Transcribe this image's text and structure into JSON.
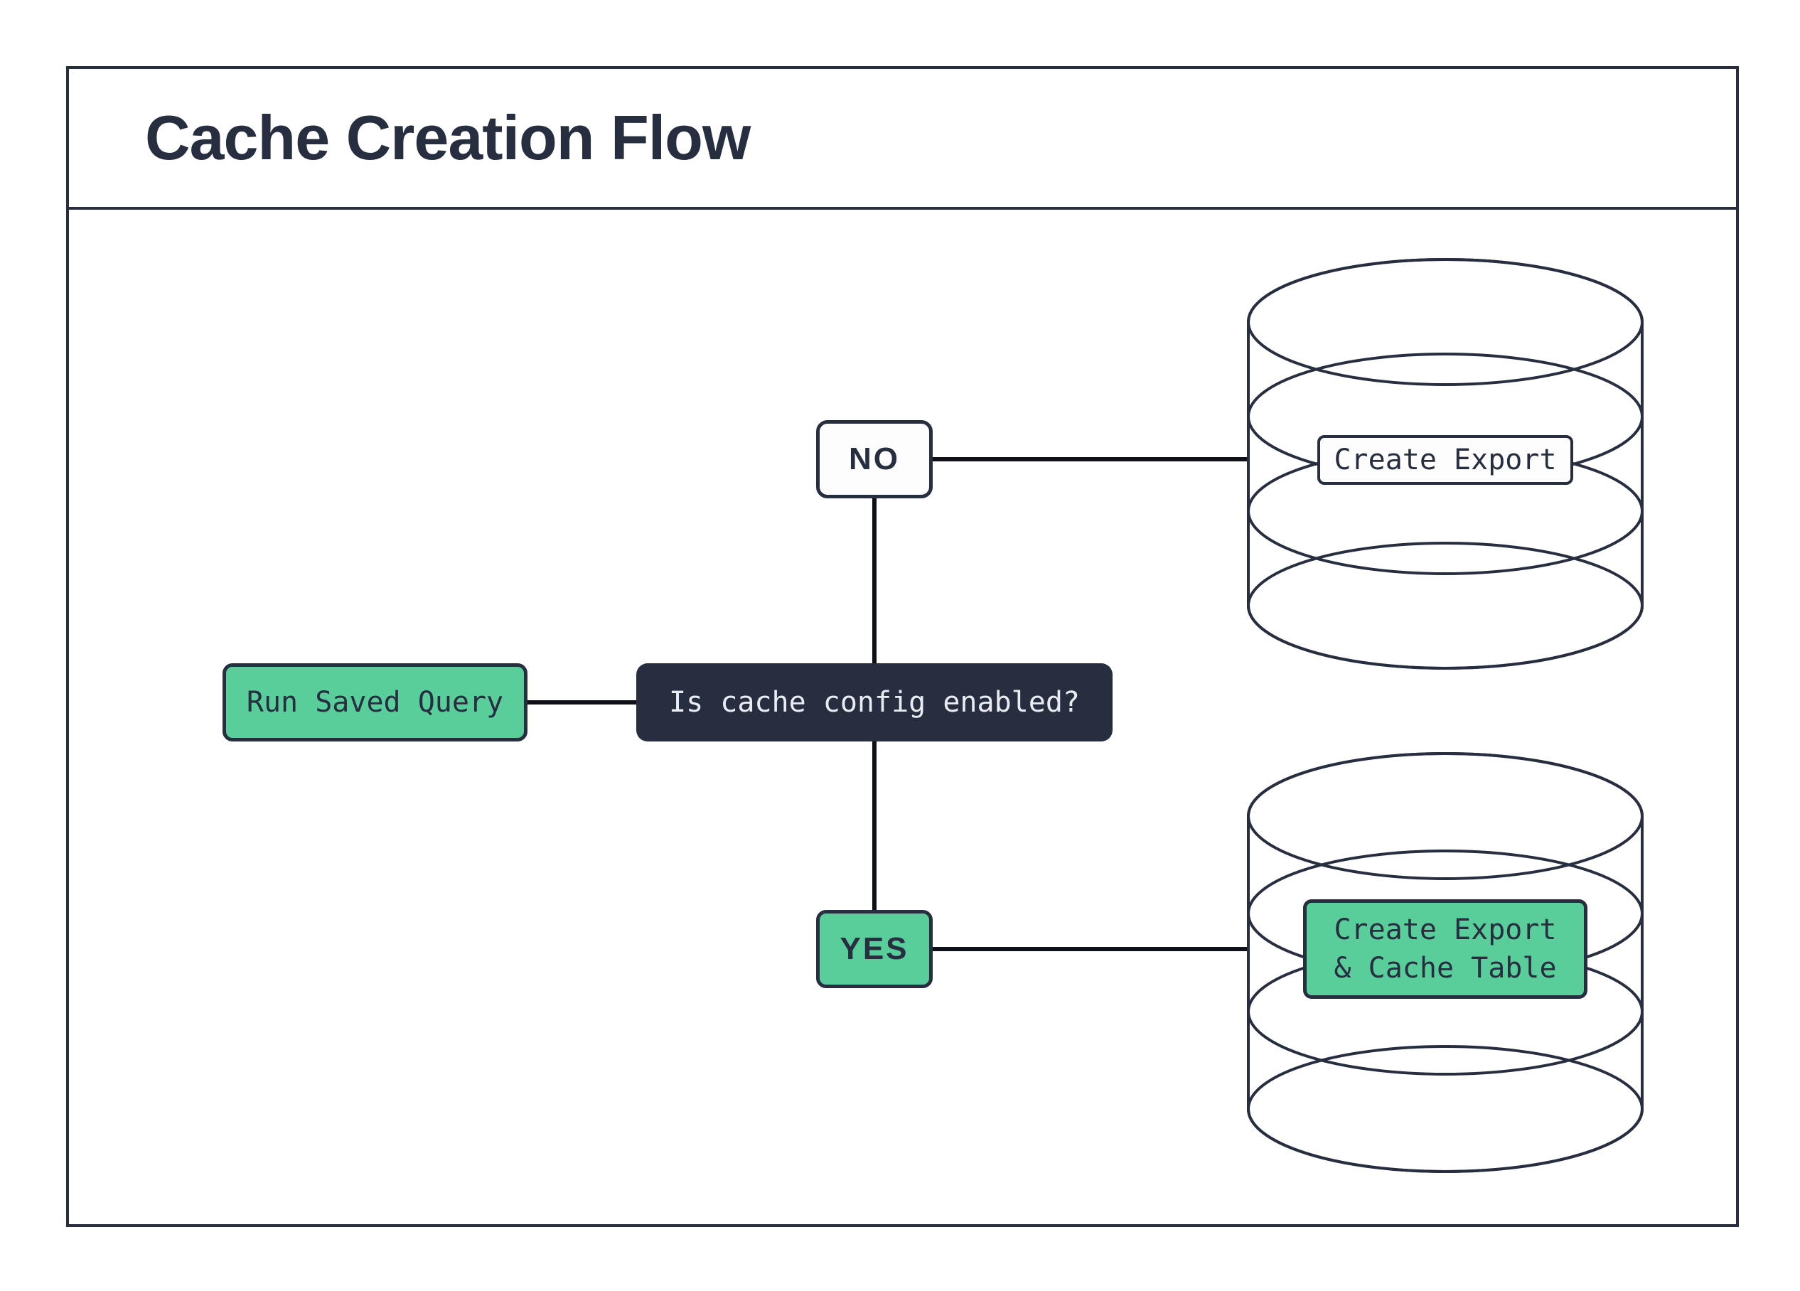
{
  "title": "Cache Creation Flow",
  "colors": {
    "green": "#59CE9B",
    "dark_navy": "#272E40",
    "connector_line": "#0D1017",
    "node_white": "#FDFDFD",
    "text_light": "#E9ECF2",
    "page_background": "#FFFFFF"
  },
  "nodes": {
    "run_query": {
      "label": "Run Saved Query"
    },
    "question": {
      "label": "Is cache config enabled?"
    },
    "no_branch": {
      "label": "NO"
    },
    "yes_branch": {
      "label": "YES"
    },
    "export_db": {
      "label": "Create Export"
    },
    "cache_db": {
      "label_line1": "Create Export",
      "label_line2": "& Cache Table"
    }
  }
}
